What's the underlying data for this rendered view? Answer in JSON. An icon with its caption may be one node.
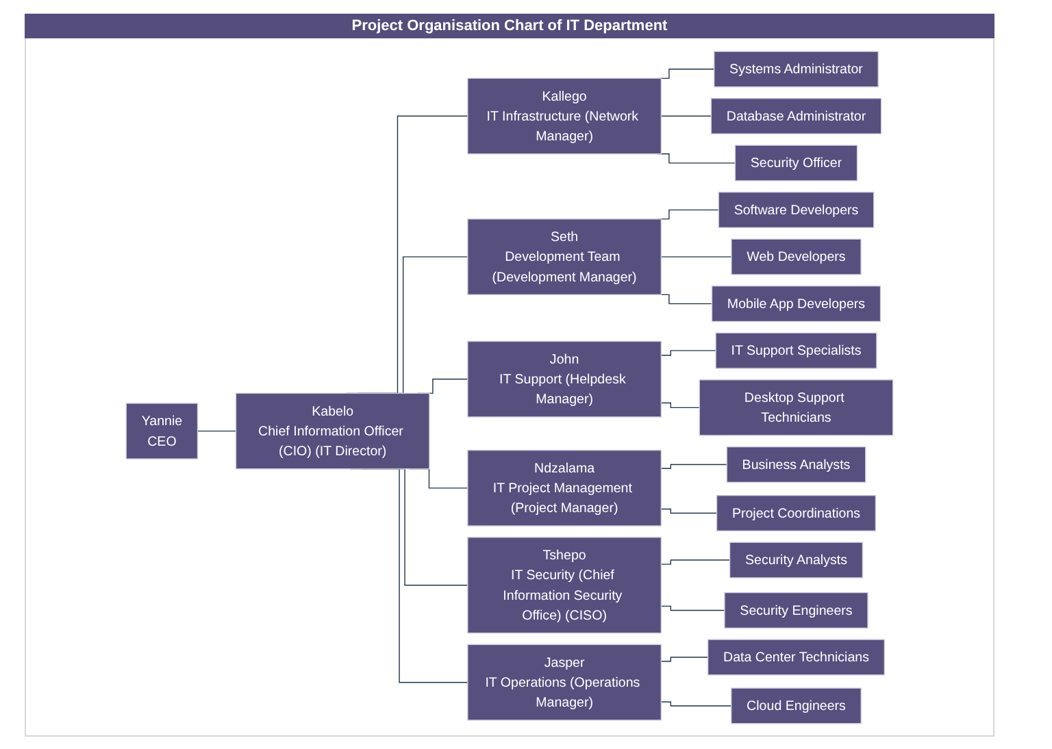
{
  "diagram": {
    "title": "Project Organisation Chart of IT Department",
    "nodes": [
      {
        "text": [
          "Yannie",
          "CEO"
        ]
      },
      {
        "text": [
          "Kabelo",
          "Chief Information Officer (CIO) (IT Director)"
        ]
      },
      {
        "text": [
          "Kallego",
          "IT Infrastructure (Network Manager)"
        ]
      },
      {
        "text": [
          "Systems Administrator"
        ]
      },
      {
        "text": [
          "Database Administrator"
        ]
      },
      {
        "text": [
          "Security Officer"
        ]
      },
      {
        "text": [
          "Seth",
          "Development Team (Development Manager)"
        ]
      },
      {
        "text": [
          "Software Developers"
        ]
      },
      {
        "text": [
          "Web Developers"
        ]
      },
      {
        "text": [
          "Mobile App Developers"
        ]
      },
      {
        "text": [
          "John",
          "IT Support (Helpdesk Manager)"
        ]
      },
      {
        "text": [
          "IT Support Specialists"
        ]
      },
      {
        "text": [
          "Desktop Support Technicians"
        ]
      },
      {
        "text": [
          "Ndzalama",
          "IT Project Management (Project Manager)"
        ]
      },
      {
        "text": [
          "Business Analysts"
        ]
      },
      {
        "text": [
          "Project Coordinations"
        ]
      },
      {
        "text": [
          "Tshepo",
          "IT Security (Chief Information Security Office) (CISO)"
        ]
      },
      {
        "text": [
          "Security Analysts"
        ]
      },
      {
        "text": [
          "Security Engineers"
        ]
      },
      {
        "text": [
          "Jasper",
          "IT Operations (Operations Manager)"
        ]
      },
      {
        "text": [
          "Data Center Technicians"
        ]
      },
      {
        "text": [
          "Cloud Engineers"
        ]
      }
    ],
    "edges": [
      {
        "from": 0,
        "to": 1,
        "arrow": "none"
      },
      {
        "from": 1,
        "to": 2,
        "arrow": "none"
      },
      {
        "from": 1,
        "to": 6,
        "arrow": "none"
      },
      {
        "from": 1,
        "to": 10,
        "arrow": "none"
      },
      {
        "from": 1,
        "to": 13,
        "arrow": "none"
      },
      {
        "from": 1,
        "to": 16,
        "arrow": "none"
      },
      {
        "from": 1,
        "to": 19,
        "arrow": "none"
      },
      {
        "from": 2,
        "to": 3,
        "arrow": "none"
      },
      {
        "from": 2,
        "to": 4,
        "arrow": "none"
      },
      {
        "from": 2,
        "to": 5,
        "arrow": "none"
      },
      {
        "from": 6,
        "to": 7,
        "arrow": "none"
      },
      {
        "from": 6,
        "to": 8,
        "arrow": "none"
      },
      {
        "from": 6,
        "to": 9,
        "arrow": "none"
      },
      {
        "from": 10,
        "to": 11,
        "arrow": "none"
      },
      {
        "from": 10,
        "to": 12,
        "arrow": "none"
      },
      {
        "from": 13,
        "to": 14,
        "arrow": "none"
      },
      {
        "from": 13,
        "to": 15,
        "arrow": "none"
      },
      {
        "from": 16,
        "to": 17,
        "arrow": "none"
      },
      {
        "from": 16,
        "to": 18,
        "arrow": "none"
      },
      {
        "from": 19,
        "to": 20,
        "arrow": "none"
      },
      {
        "from": 19,
        "to": 21,
        "arrow": "none"
      }
    ]
  }
}
